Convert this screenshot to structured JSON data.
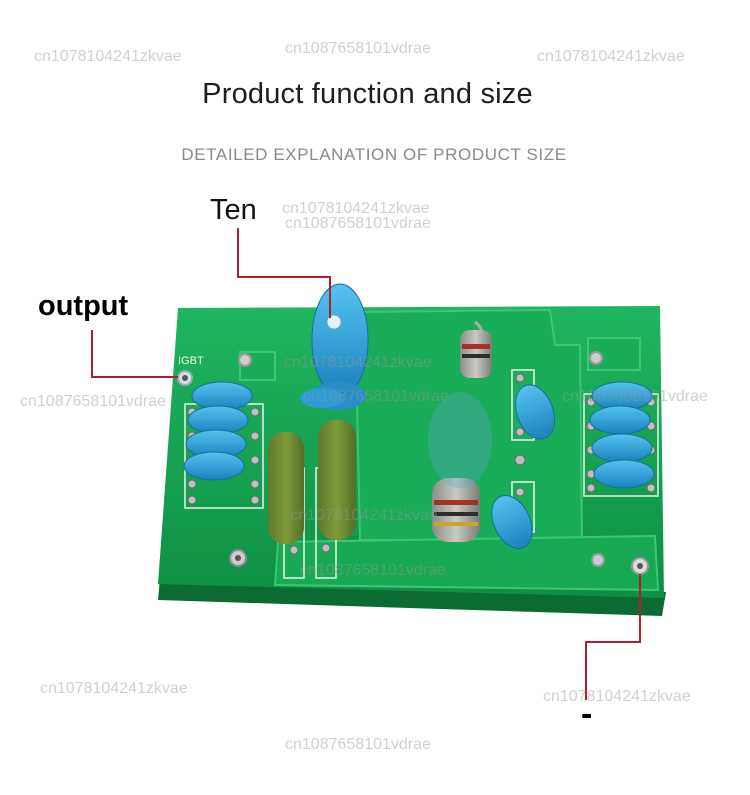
{
  "header": {
    "title": "Product function and size",
    "subtitle": "DETAILED EXPLANATION OF PRODUCT SIZE"
  },
  "callouts": {
    "ten": "Ten",
    "output": "output",
    "minus": "-"
  },
  "board": {
    "silkscreen_label": "IGBT"
  },
  "watermarks": {
    "a": "cn1078104241zkvae",
    "b": "cn1087658101vdrae"
  },
  "colors": {
    "pcb_green": "#14a352",
    "capacitor_blue": "#2e9fd6",
    "callout_line": "#b0202a"
  }
}
